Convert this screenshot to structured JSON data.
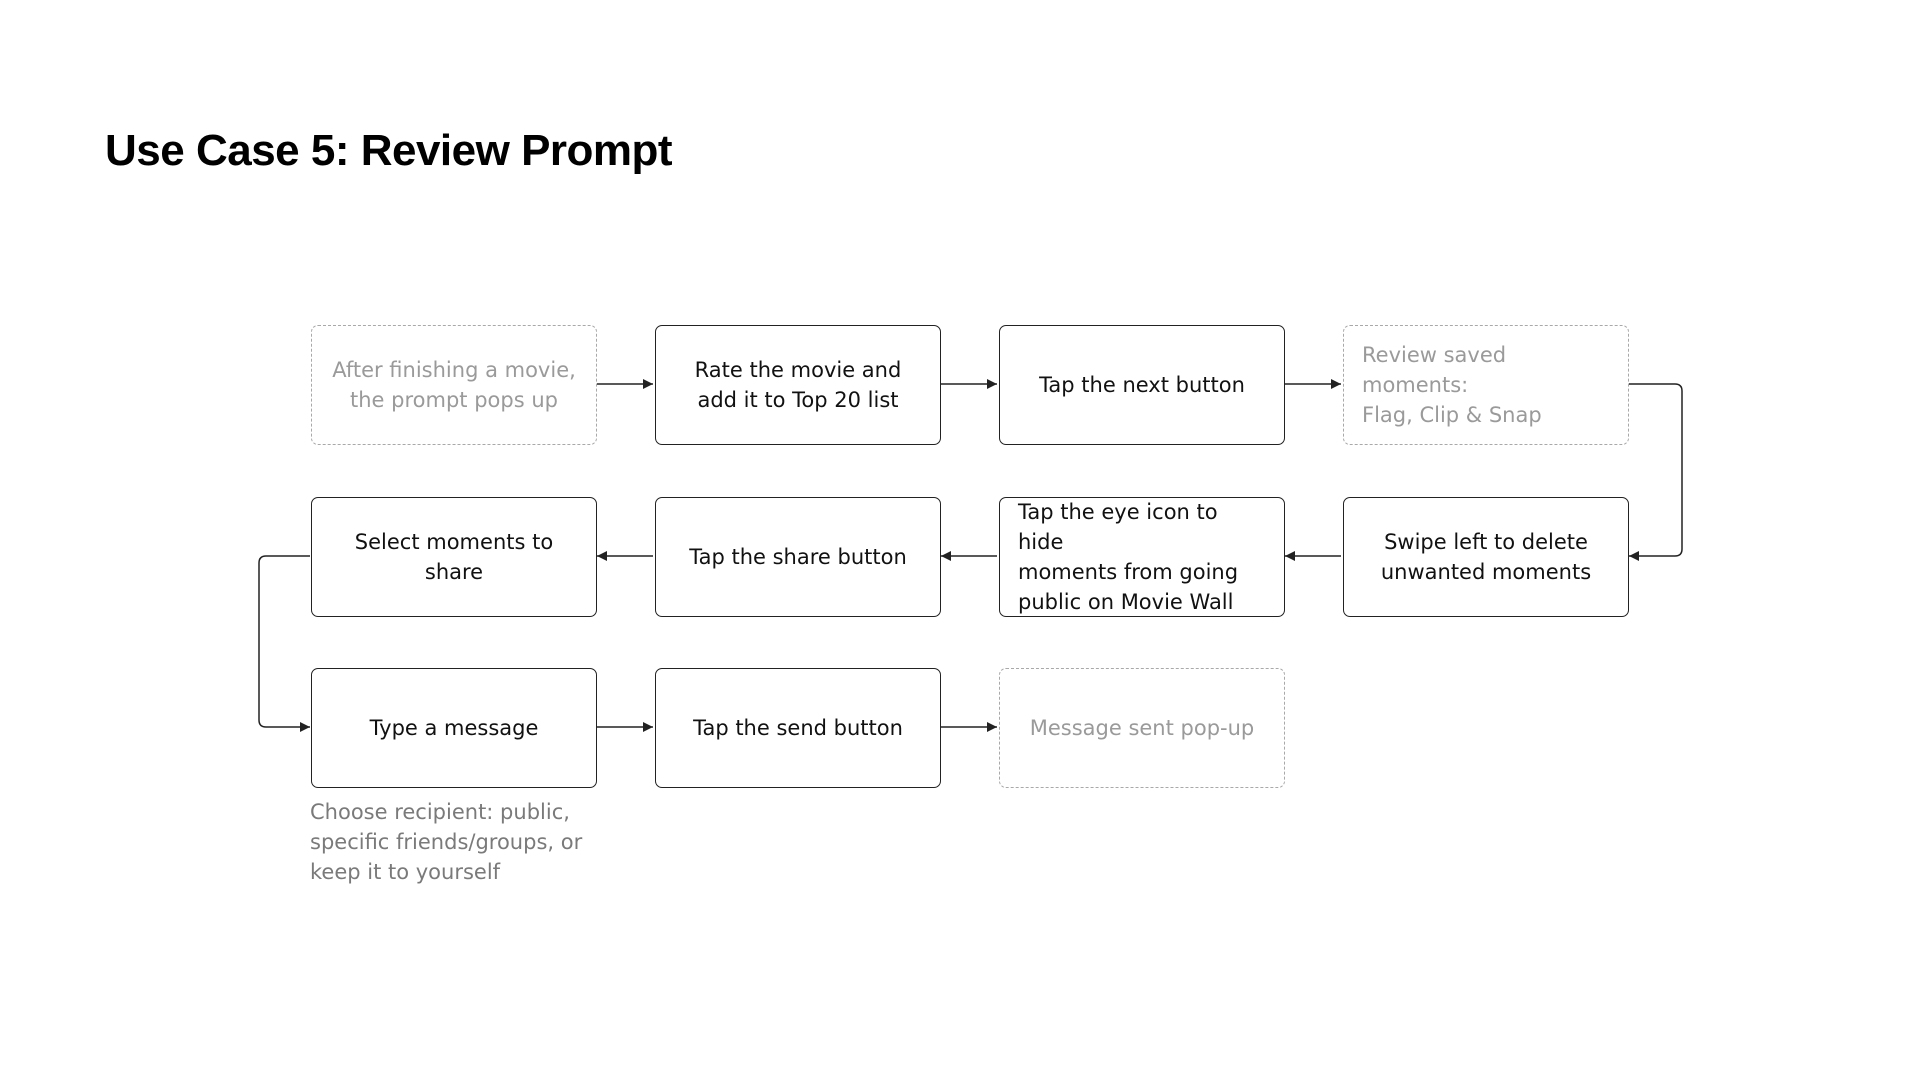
{
  "title": "Use Case 5: Review Prompt",
  "colors": {
    "solid_border": "#222222",
    "dashed_border": "#a9a9a9",
    "dashed_text": "#9a9a9a",
    "note_text": "#7a7a7a",
    "arrow": "#222222"
  },
  "steps": [
    {
      "id": "s1",
      "label": "After finishing a movie,\nthe prompt pops up",
      "style": "dashed"
    },
    {
      "id": "s2",
      "label": "Rate the movie and\nadd it to Top 20 list",
      "style": "solid"
    },
    {
      "id": "s3",
      "label": "Tap the next button",
      "style": "solid"
    },
    {
      "id": "s4",
      "label": "Review saved moments:\nFlag, Clip & Snap",
      "style": "dashed"
    },
    {
      "id": "s5",
      "label": "Swipe left to delete\nunwanted moments",
      "style": "solid"
    },
    {
      "id": "s6",
      "label": "Tap the eye icon to hide\nmoments from going\npublic on Movie Wall",
      "style": "solid"
    },
    {
      "id": "s7",
      "label": "Tap the share button",
      "style": "solid"
    },
    {
      "id": "s8",
      "label": "Select moments to share",
      "style": "solid"
    },
    {
      "id": "s9",
      "label": "Type a message",
      "style": "solid"
    },
    {
      "id": "s10",
      "label": "Tap the send button",
      "style": "solid"
    },
    {
      "id": "s11",
      "label": "Message sent pop-up",
      "style": "dashed"
    }
  ],
  "note": "Choose recipient: public,\nspecific friends/groups, or\nkeep it to yourself",
  "flow": [
    [
      "s1",
      "s2"
    ],
    [
      "s2",
      "s3"
    ],
    [
      "s3",
      "s4"
    ],
    [
      "s4",
      "s5"
    ],
    [
      "s5",
      "s6"
    ],
    [
      "s6",
      "s7"
    ],
    [
      "s7",
      "s8"
    ],
    [
      "s8",
      "s9"
    ],
    [
      "s9",
      "s10"
    ],
    [
      "s10",
      "s11"
    ]
  ]
}
